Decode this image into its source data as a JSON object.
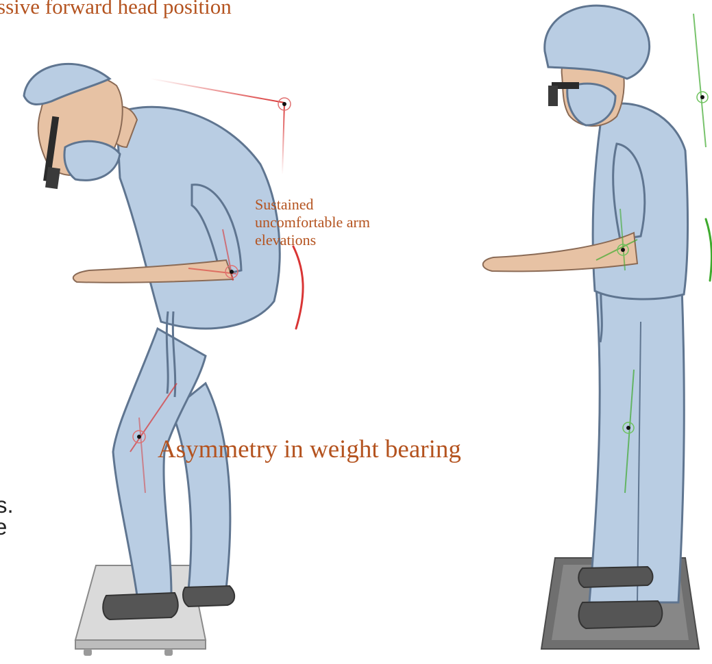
{
  "labels": {
    "head_position": "ssive forward head position",
    "arm_line1": "Sustained",
    "arm_line2": "uncomfortable arm",
    "arm_line3": "elevations",
    "weight_bearing": "Asymmetry in weight bearing"
  },
  "edge_text": {
    "line1": "s.",
    "line2": "e"
  },
  "colors": {
    "label": "#b4531f",
    "scrubs": "#b9cde3",
    "scrubs_outline": "#5f7590",
    "skin": "#e7c2a4",
    "shoe": "#555555",
    "bad_posture_line": "#d93535",
    "good_posture_line": "#3faa2e",
    "scale_left": "#d7d7d7",
    "scale_right": "#6f6f6f"
  }
}
